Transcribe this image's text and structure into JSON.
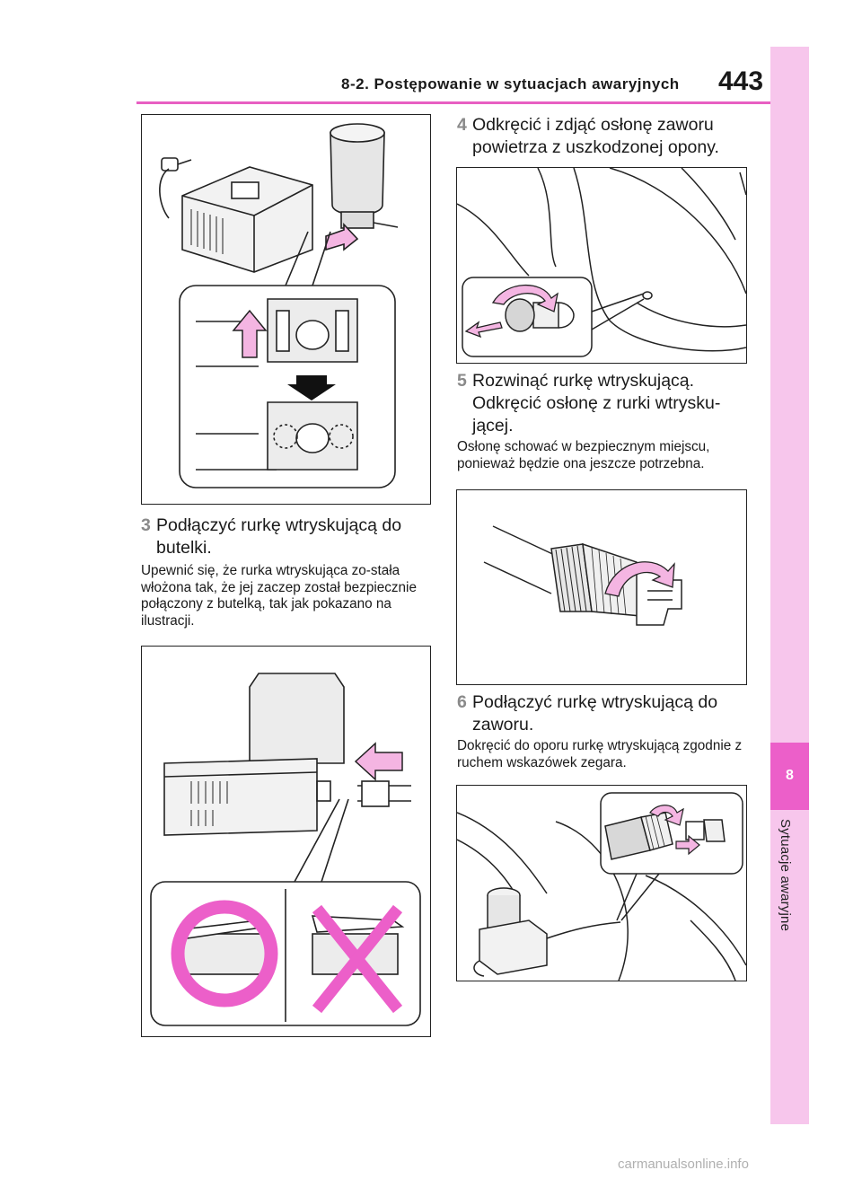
{
  "header": {
    "section_title": "8-2. Postępowanie w sytuacjach awaryjnych",
    "page_number": "443"
  },
  "sidebar": {
    "chapter_number": "8",
    "chapter_label": "Sytuacje awaryjne"
  },
  "steps": [
    {
      "number": "3",
      "text": "Podłączyć rurkę wtryskującą do butelki.",
      "note": "Upewnić się, że rurka wtryskująca zo-stała włożona tak, że jej zaczep został bezpiecznie połączony z butelką, tak jak pokazano na ilustracji."
    },
    {
      "number": "4",
      "text": "Odkręcić i zdjąć osłonę zaworu powietrza z uszkodzonej opony."
    },
    {
      "number": "5",
      "text": "Rozwinąć rurkę wtryskującą. Odkręcić osłonę z rurki wtrysku-jącej.",
      "note": "Osłonę schować w bezpiecznym miejscu, ponieważ będzie ona jeszcze potrzebna."
    },
    {
      "number": "6",
      "text": "Podłączyć rurkę wtryskującą do zaworu.",
      "note": "Dokręcić do oporu rurkę wtryskującą zgodnie z ruchem wskazówek zegara."
    }
  ],
  "colors": {
    "accent": "#e85fc2",
    "sidebar": "#f7c6ec",
    "chapter_box": "#ec5fc9",
    "step_number": "#8a8a8a"
  },
  "footer": {
    "watermark": "carmanualsonline.info"
  }
}
